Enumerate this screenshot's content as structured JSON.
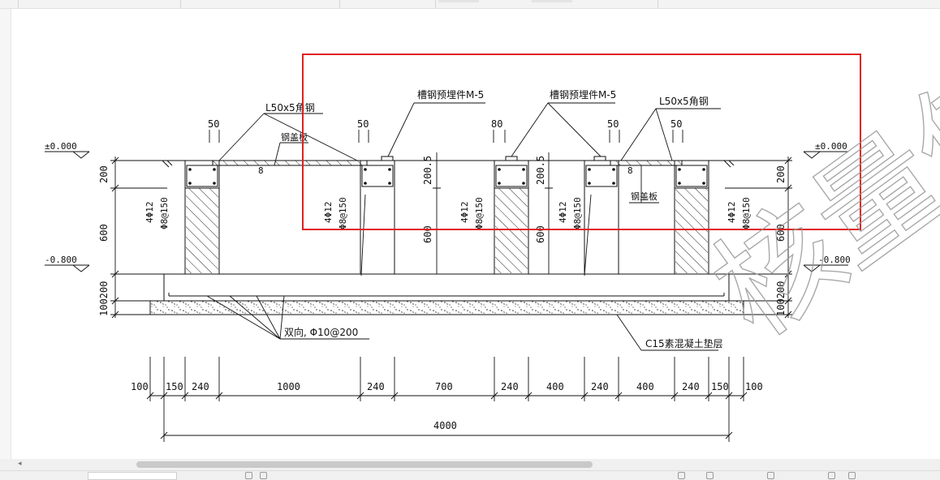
{
  "drawing": {
    "elevation_top": "±0.000",
    "elevation_bottom": "-0.800",
    "angle_steel_label": "L50x5角钢",
    "channel_embed_label": "槽钢预埋件M-5",
    "cover_plate_label": "钢盖板",
    "plate_thickness": "8",
    "rebar_longitudinal": "4Φ12",
    "rebar_stirrup": "Φ8@150",
    "slab_rebar_label": "双向, Φ10@200",
    "cushion_label": "C15素混凝土垫层",
    "dim_50": "50",
    "dim_80": "80",
    "dim_200": "200",
    "dim_200_5": "200.5",
    "dim_600": "600",
    "dim_100": "100",
    "dim_100200": "100200",
    "bottom_dims": [
      "100",
      "150",
      "240",
      "1000",
      "240",
      "700",
      "240",
      "400",
      "240",
      "400",
      "240",
      "150",
      "100"
    ],
    "total_dim": "4000"
  },
  "watermark": {
    "text": "核量使用"
  },
  "colors": {
    "line": "#111111",
    "highlight": "#e02020",
    "watermark": "#999999"
  },
  "icons": [
    "scroll-left-icon",
    "toolbar-icon"
  ]
}
